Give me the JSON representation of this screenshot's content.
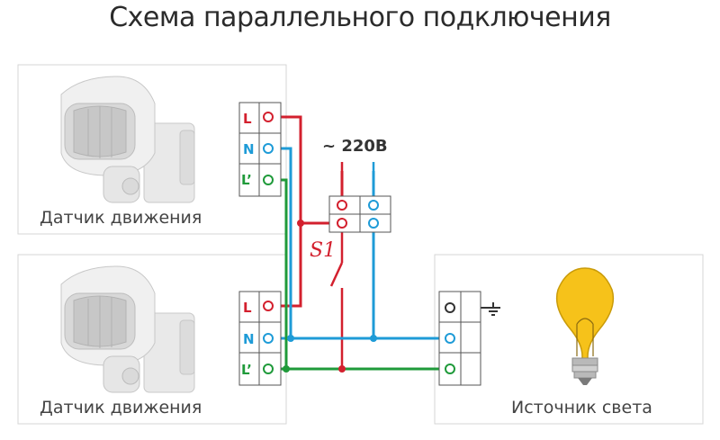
{
  "title": "Схема параллельного подключения",
  "sensor_top": {
    "label": "Датчик движения"
  },
  "sensor_bottom": {
    "label": "Датчик движения"
  },
  "light": {
    "label": "Источник света"
  },
  "supply": {
    "label": "~ 220В"
  },
  "switch": {
    "label": "S1"
  },
  "terminals": {
    "L": "L",
    "N": "N",
    "Lout": "L’"
  },
  "colors": {
    "L": "#d3202e",
    "N": "#1e9bd7",
    "Lout": "#1f9a3a",
    "ground": "#333333",
    "bulb": "#f6c21a"
  }
}
